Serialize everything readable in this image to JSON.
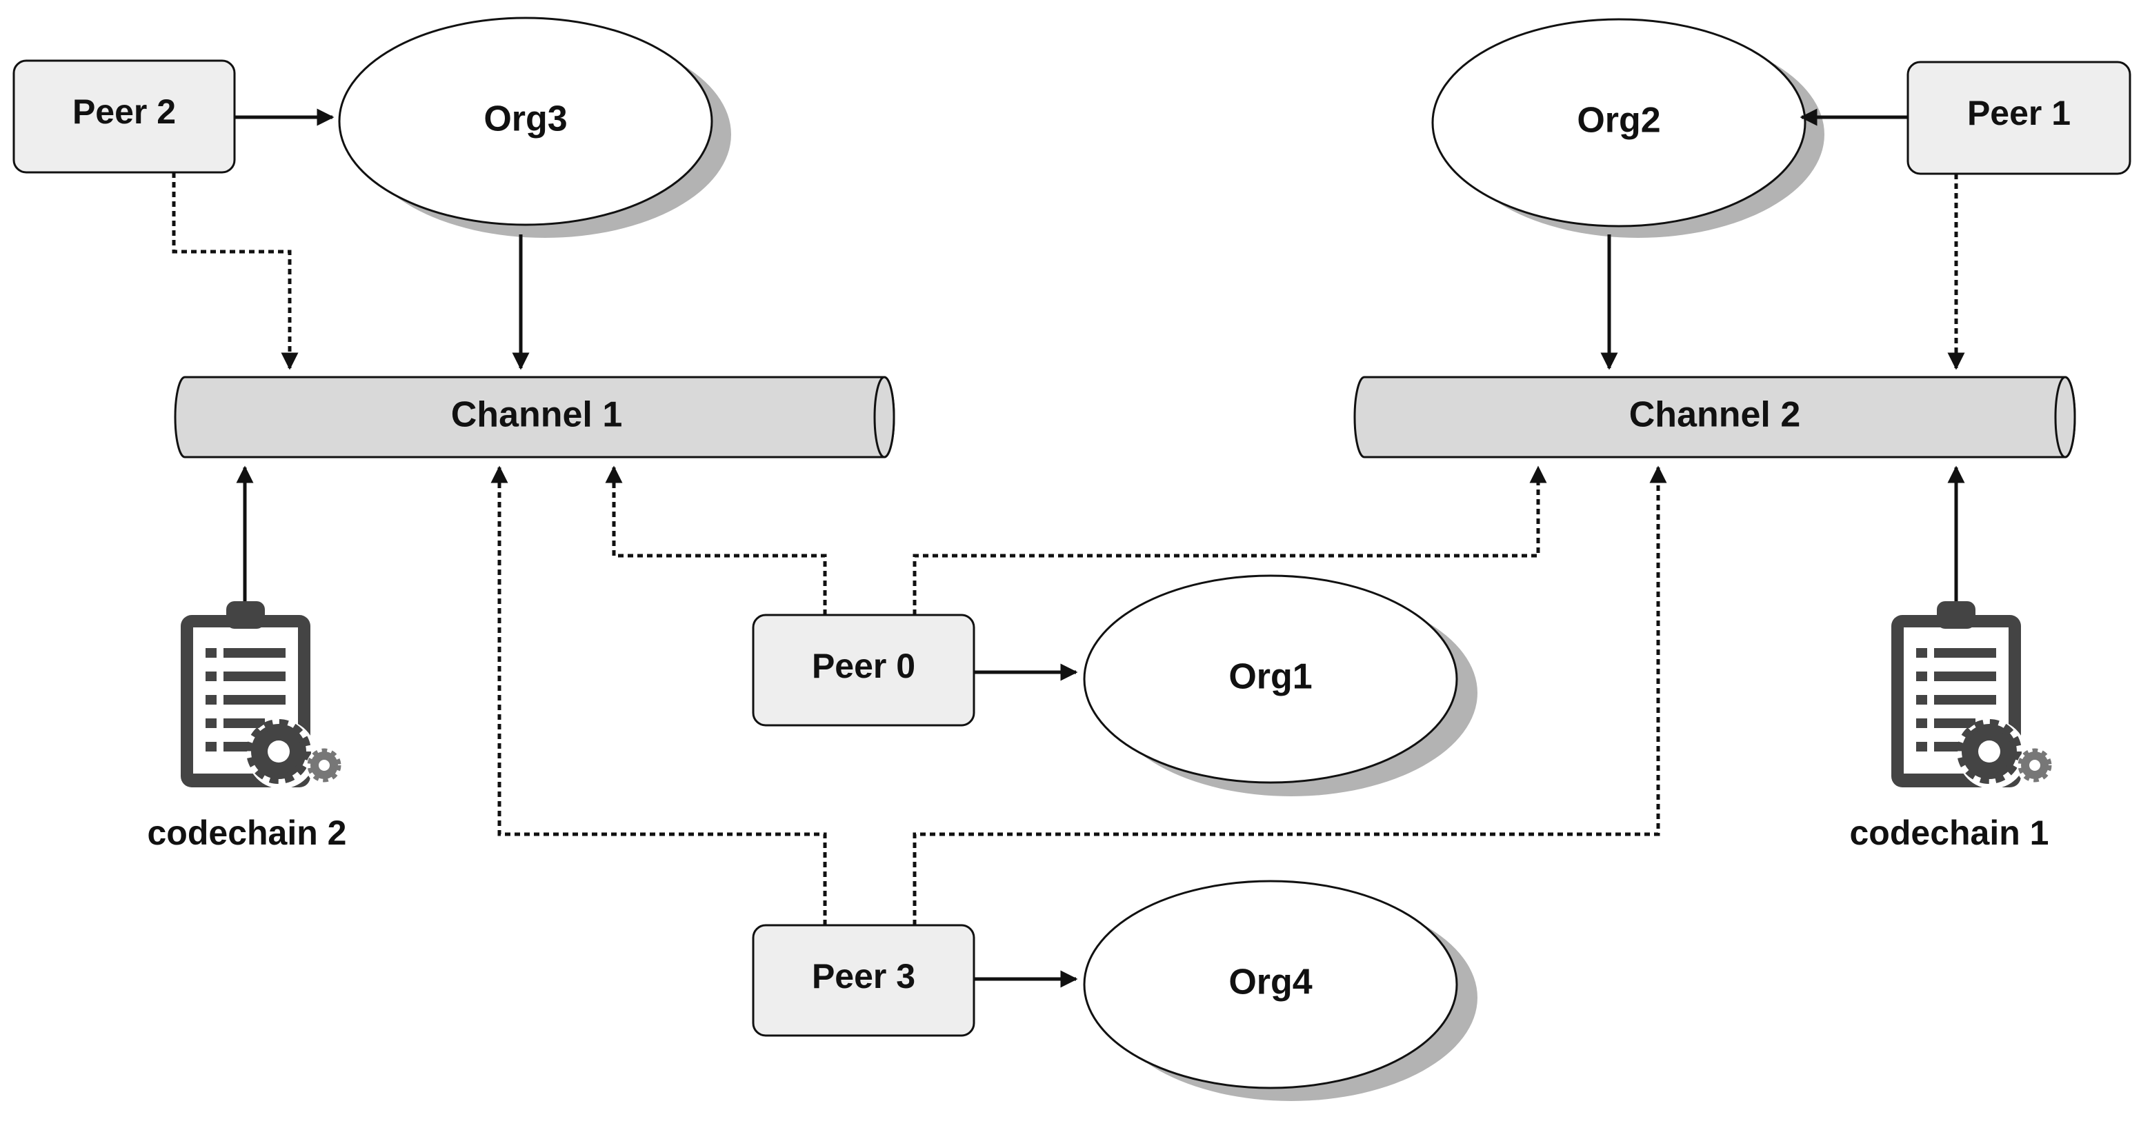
{
  "peers": {
    "peer2": "Peer 2",
    "peer1": "Peer 1",
    "peer0": "Peer 0",
    "peer3": "Peer 3"
  },
  "orgs": {
    "org3": "Org3",
    "org2": "Org2",
    "org1": "Org1",
    "org4": "Org4"
  },
  "channels": {
    "channel1": "Channel 1",
    "channel2": "Channel 2"
  },
  "chaincodes": {
    "codechain2": "codechain 2",
    "codechain1": "codechain 1"
  },
  "icons": {
    "chaincode_icon": "clipboard-gear-icon"
  },
  "colors": {
    "box_fill": "#eeeeee",
    "channel_fill": "#d9d9d9",
    "shadow": "#b3b3b3",
    "stroke": "#111111"
  }
}
